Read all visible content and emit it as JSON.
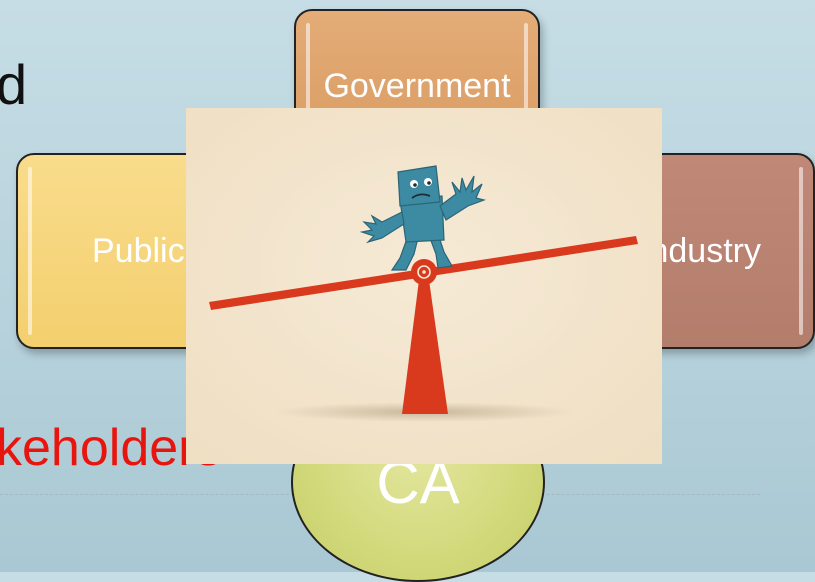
{
  "slide": {
    "title_fragment": "d",
    "stakeholders_fragment": "keholders"
  },
  "diagram": {
    "government": "Government",
    "public": "Public",
    "industry": "Industry",
    "center": "CA"
  },
  "colors": {
    "government": "#d99b62",
    "public": "#f3cf6e",
    "industry": "#b37d6c",
    "center": "#d2d97b",
    "accent_red": "#e8150f",
    "seesaw_red": "#d93a1e",
    "figure_blue": "#3d8aa3"
  },
  "image": {
    "icon": "seesaw-balance-figure-illustration"
  }
}
